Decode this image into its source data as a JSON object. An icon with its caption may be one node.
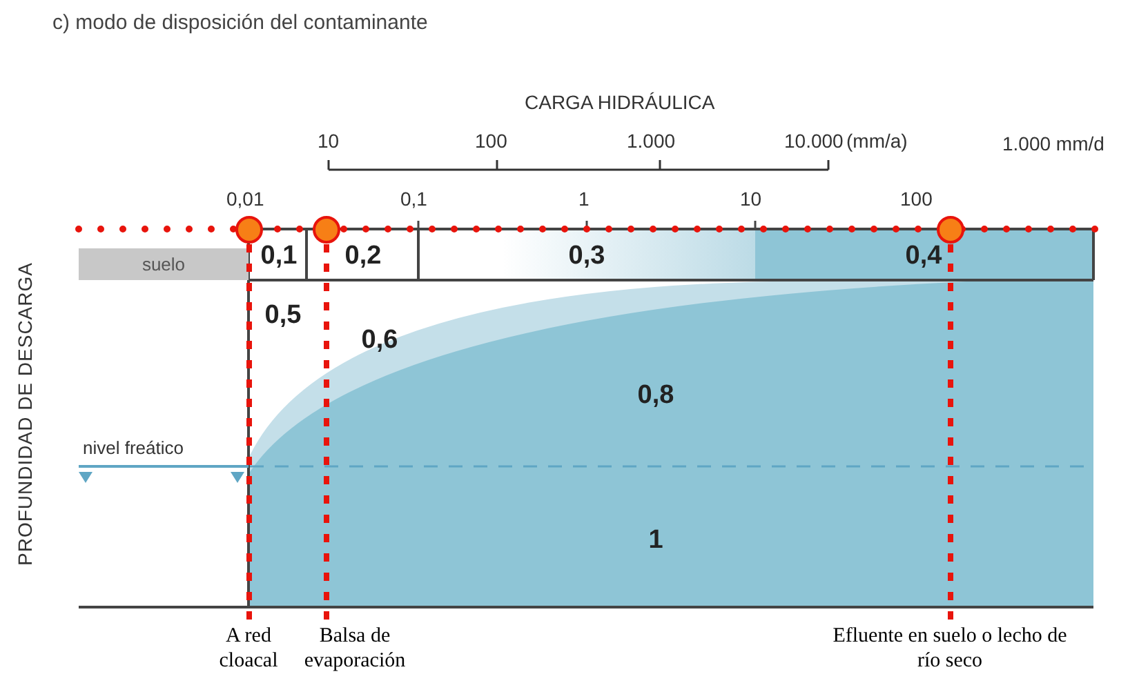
{
  "diagram": {
    "title": "c) modo de disposición del contaminante",
    "nodes": [
      {
        "text": [
          "suelo"
        ]
      },
      {
        "text": [
          "0,1"
        ]
      },
      {
        "text": [
          "0,2"
        ]
      },
      {
        "text": [
          "0,3"
        ]
      },
      {
        "text": [
          "0,4"
        ]
      },
      {
        "text": [
          "0,5"
        ]
      },
      {
        "text": [
          "0,6"
        ]
      },
      {
        "text": [
          "0,8"
        ]
      },
      {
        "text": [
          "1"
        ]
      },
      {
        "text": [],
        "shape": "circle"
      },
      {
        "text": [],
        "shape": "circle"
      },
      {
        "text": [],
        "shape": "circle"
      },
      {
        "text": [
          "A red cloacal"
        ]
      },
      {
        "text": [
          "Balsa de evaporación"
        ]
      },
      {
        "text": [
          "Efluente en suelo o lecho de río seco"
        ]
      }
    ],
    "edges": [
      {
        "from": 9,
        "to": 12,
        "arrow": "none",
        "style": "dashed",
        "color": "#e8140c"
      },
      {
        "from": 10,
        "to": 13,
        "arrow": "none",
        "style": "dashed",
        "color": "#e8140c"
      },
      {
        "from": 11,
        "to": 14,
        "arrow": "none",
        "style": "dashed",
        "color": "#e8140c"
      }
    ],
    "labels": [
      "CARGA HIDRÁULICA",
      "10",
      "100",
      "1.000",
      "10.000",
      "(mm/a)",
      "1.000 mm/d",
      "0,01",
      "0,1",
      "1",
      "10",
      "100",
      "PROFUNDIDAD DE DESCARGA",
      "nivel freático"
    ]
  }
}
